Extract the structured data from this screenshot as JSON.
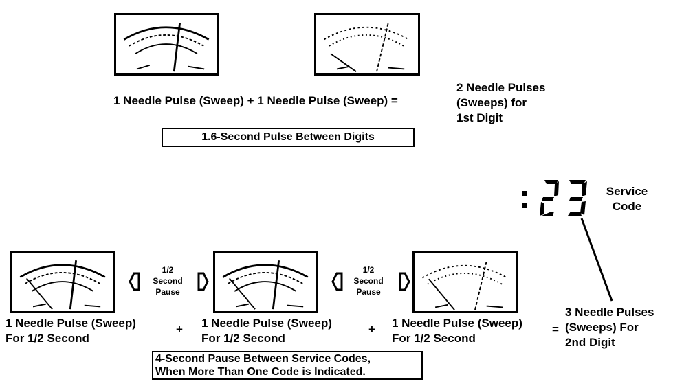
{
  "top": {
    "equation": "1 Needle Pulse (Sweep) + 1 Needle Pulse (Sweep) =",
    "result_lines": [
      "2 Needle Pulses",
      "(Sweeps) for",
      "1st Digit"
    ],
    "pulse_box": "1.6-Second Pulse Between Digits"
  },
  "display": {
    "colon": ":",
    "digits": "23",
    "label_lines": [
      "Service",
      "Code"
    ]
  },
  "bottom": {
    "pause_lines": [
      "1/2",
      "Second",
      "Pause"
    ],
    "meters": [
      {
        "line1": "1 Needle Pulse (Sweep)",
        "line2": "For 1/2 Second"
      },
      {
        "line1": "1 Needle Pulse (Sweep)",
        "line2": "For 1/2 Second"
      },
      {
        "line1": "1 Needle Pulse (Sweep)",
        "line2": "For 1/2 Second"
      }
    ],
    "plus": "+",
    "equals": "=",
    "result_lines": [
      "3 Needle Pulses",
      "(Sweeps) For",
      "2nd Digit"
    ],
    "pause_box_lines": [
      "4-Second Pause Between Service Codes,",
      "When More Than One Code is Indicated."
    ]
  },
  "icons": [
    "analog-meter-icon",
    "left-arrow-icon",
    "right-arrow-icon",
    "seven-segment-display"
  ]
}
